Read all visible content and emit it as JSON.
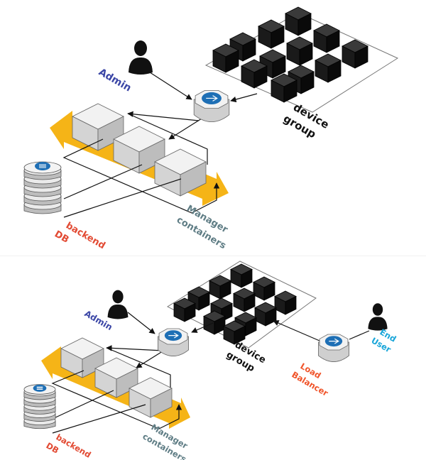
{
  "colors": {
    "admin": "#3b46a6",
    "device_group": "#111111",
    "manager": "#5f7d85",
    "backend": "#e24a33",
    "load_balancer": "#f0552b",
    "end_user": "#1aa6d9",
    "arrow_band": "#f5b417",
    "cube_top": "#f2f2f2",
    "cube_left": "#d4d4d4",
    "cube_right": "#bdbdbd",
    "dark_cube_top": "#3a3a3a",
    "dark_cube_left": "#1a1a1a",
    "dark_cube_right": "#0a0a0a",
    "hub_blue": "#1e6fb5"
  },
  "icons": [
    "person-icon",
    "router-hub-icon",
    "database-stack-icon",
    "server-cube-icon"
  ],
  "top_panel": {
    "admin": "Admin",
    "device_group": [
      "device",
      "group"
    ],
    "manager_containers": [
      "Manager",
      "containers"
    ],
    "backend_db": [
      "backend",
      "DB"
    ]
  },
  "bottom_panel": {
    "admin": "Admin",
    "device_group": [
      "device",
      "group"
    ],
    "manager_containers": [
      "Manager",
      "containers"
    ],
    "backend_db": [
      "backend",
      "DB"
    ],
    "load_balancer": [
      "Load",
      "Balancer"
    ],
    "end_user": [
      "End",
      "User"
    ]
  }
}
